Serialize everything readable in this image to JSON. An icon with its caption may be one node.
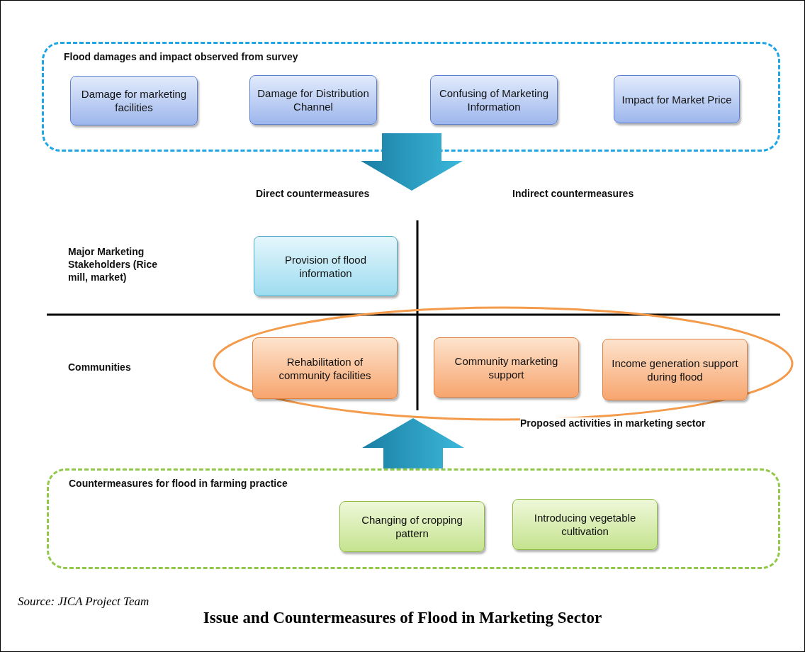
{
  "diagram": {
    "title": "Issue and Countermeasures of Flood in Marketing Sector",
    "nodes": [
      {
        "text": [
          "Flood damages and impact observed from survey"
        ]
      },
      {
        "text": [
          "Damage for marketing facilities"
        ],
        "in": 0
      },
      {
        "text": [
          "Damage for Distribution Channel"
        ],
        "in": 0
      },
      {
        "text": [
          "Confusing of Marketing Information"
        ],
        "in": 0
      },
      {
        "text": [
          "Impact for Market Price"
        ],
        "in": 0
      },
      {
        "text": [
          "Provision of flood information"
        ]
      },
      {
        "text": [
          "Proposed activities in marketing sector"
        ]
      },
      {
        "text": [
          "Rehabilitation of community facilities"
        ],
        "in": 6
      },
      {
        "text": [
          "Community marketing support"
        ],
        "in": 6
      },
      {
        "text": [
          "Income generation support during flood"
        ],
        "in": 6
      },
      {
        "text": [
          "Countermeasures for flood in farming practice"
        ]
      },
      {
        "text": [
          "Changing of cropping pattern"
        ],
        "in": 10
      },
      {
        "text": [
          "Introducing vegetable cultivation"
        ],
        "in": 10
      }
    ],
    "edges": [
      {
        "from": 0,
        "to": null,
        "arrow": "to",
        "style": "thick"
      },
      {
        "from": 10,
        "to": 6,
        "arrow": "to",
        "style": "thick"
      }
    ],
    "labels": [
      "Direct countermeasures",
      "Indirect countermeasures",
      "Major Marketing Stakeholders (Rice mill, market)",
      "Communities",
      "Source: JICA Project Team"
    ]
  }
}
